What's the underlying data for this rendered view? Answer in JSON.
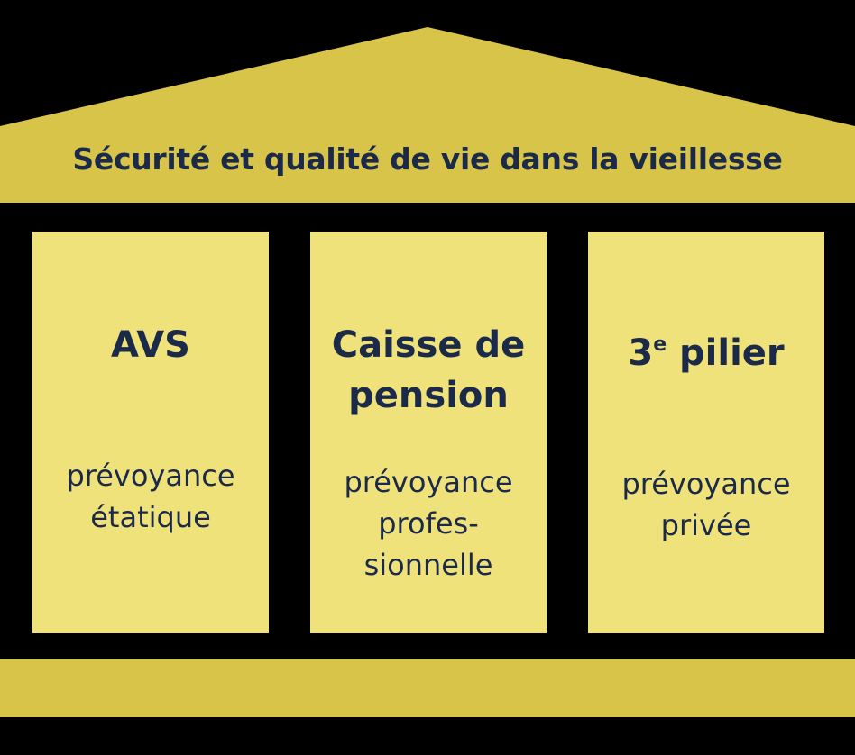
{
  "roof": {
    "title": "Sécurité et qualité de vie dans la vieillesse"
  },
  "pillars": [
    {
      "title": "AVS",
      "sup": "",
      "subtitle": "prévoyance\nétatique"
    },
    {
      "title": "Caisse de\npension",
      "sup": "",
      "subtitle": "prévoyance\nprofes-\nsionnelle"
    },
    {
      "title": "3",
      "sup": "e",
      "title_suffix": " pilier",
      "subtitle": "prévoyance\nprivée"
    }
  ],
  "colors": {
    "background": "#000000",
    "roof": "#d9c44a",
    "pillar": "#f0e27a",
    "text": "#1c2a4a"
  }
}
